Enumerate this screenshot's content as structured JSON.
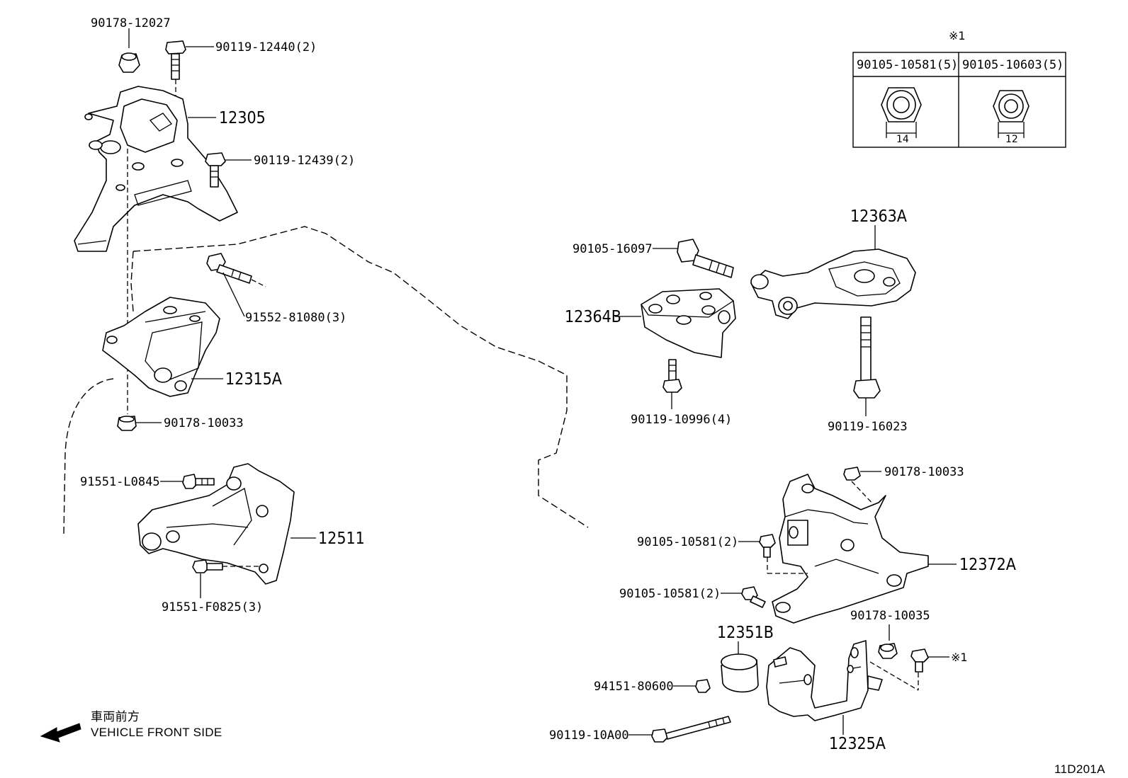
{
  "diagram": {
    "callouts": {
      "p1": "90178-12027",
      "p2": "90119-12440(2)",
      "p3": "12305",
      "p4": "90119-12439(2)",
      "p5": "91552-81080(3)",
      "p6": "12315A",
      "p7": "90178-10033",
      "p8": "91551-L0845",
      "p9": "12511",
      "p10": "91551-F0825(3)",
      "p11": "90105-16097",
      "p12": "12363A",
      "p13": "12364B",
      "p14": "90119-10996(4)",
      "p15": "90119-16023",
      "p16": "90178-10033",
      "p17": "90105-10581(2)",
      "p18": "12372A",
      "p19": "90105-10581(2)",
      "p20": "90178-10035",
      "p21": "※1",
      "p22": "12351B",
      "p23": "94151-80600",
      "p24": "90119-10A00",
      "p25": "12325A"
    },
    "reference_table": {
      "note_mark": "※1",
      "columns": [
        {
          "part_no": "90105-10581(5)",
          "size": "14"
        },
        {
          "part_no": "90105-10603(5)",
          "size": "12"
        }
      ]
    },
    "direction": {
      "label_jp": "車両前方",
      "label_en": "VEHICLE FRONT SIDE"
    },
    "figure_id": "11D201A"
  }
}
